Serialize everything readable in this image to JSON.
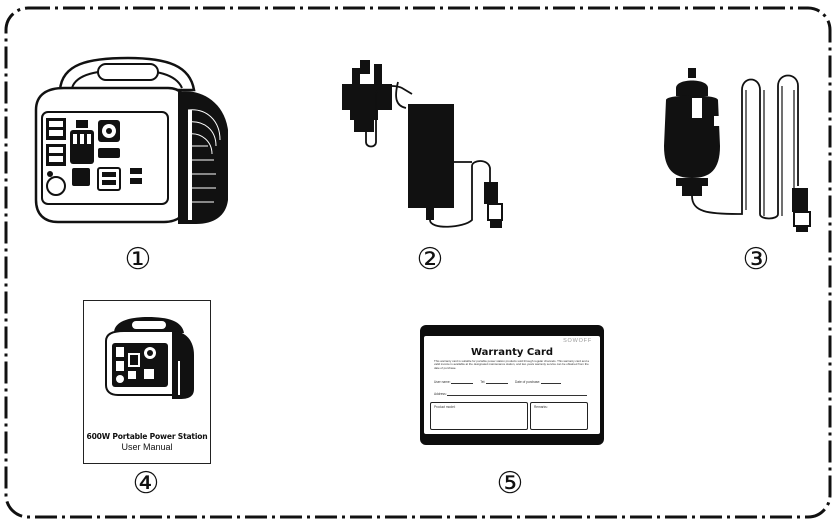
{
  "items": [
    {
      "id": 1,
      "marker": "①",
      "icon": "power-station-icon"
    },
    {
      "id": 2,
      "marker": "②",
      "icon": "ac-adapter-icon"
    },
    {
      "id": 3,
      "marker": "③",
      "icon": "car-charger-icon"
    },
    {
      "id": 4,
      "marker": "④",
      "icon": "user-manual-icon"
    },
    {
      "id": 5,
      "marker": "⑤",
      "icon": "warranty-card-icon"
    }
  ],
  "manual": {
    "title": "600W Portable Power Station",
    "subtitle": "User Manual"
  },
  "warranty_card": {
    "brand": "SOWOFF",
    "title": "Warranty Card",
    "body": "This warranty card is suitable for portable power station products sold through regular channels. This warranty card and a valid invoice is available at the designated maintenance station, and two years warranty service can be obtained from the date of purchase.",
    "user_name_label": "User name:",
    "tel_label": "Tel:",
    "date_label": "Date of purchase:",
    "address_label": "Address:",
    "product_model_label": "Product model:",
    "remarks_label": "Remarks:"
  },
  "colors": {
    "ink": "#111111",
    "card": "#0d0d0d",
    "frame": "#111111"
  }
}
